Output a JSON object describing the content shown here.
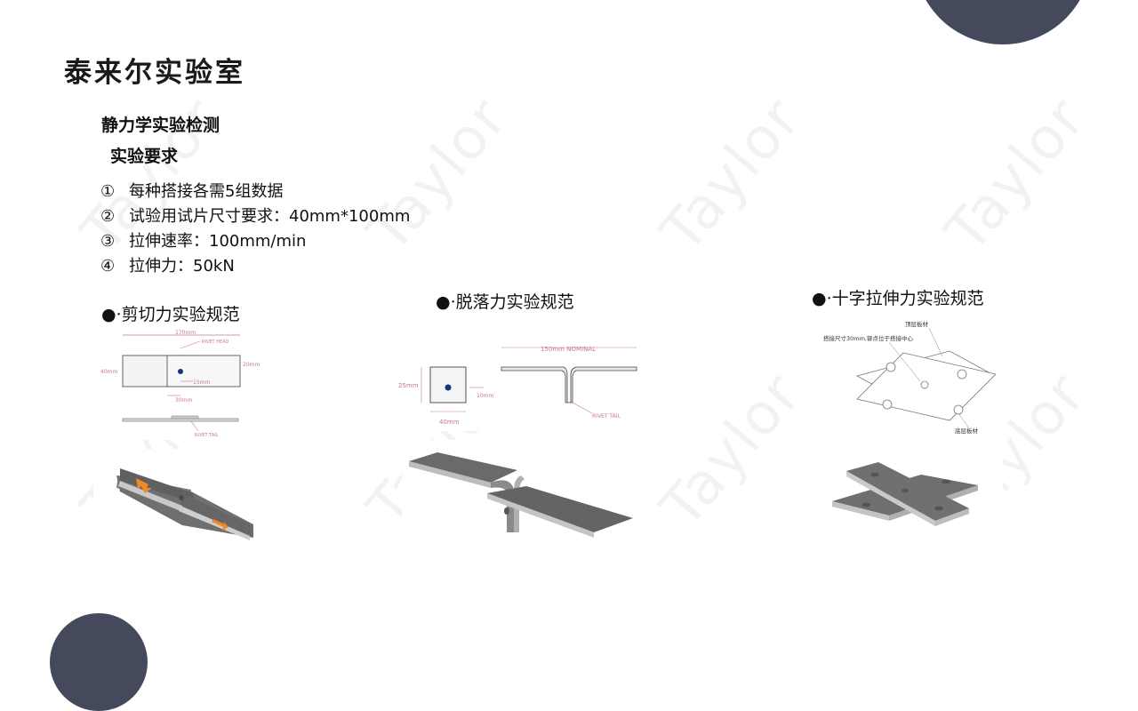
{
  "watermark": "Taylor",
  "title": "泰来尔实验室",
  "section_title": "静力学实验检测",
  "subsection_title": "实验要求",
  "requirements": [
    {
      "num": "①",
      "text": "每种搭接各需5组数据"
    },
    {
      "num": "②",
      "text": "试验用试片尺寸要求：40mm*100mm"
    },
    {
      "num": "③",
      "text": "拉伸速率：100mm/min"
    },
    {
      "num": "④",
      "text": "拉伸力：50kN"
    }
  ],
  "tests": [
    {
      "caption": "●·剪切力实验规范",
      "drawing": {
        "top_dim": "170mm",
        "left_dim": "40mm",
        "right_dim": "20mm",
        "d1": "15mm",
        "d2": "30mm",
        "label1": "RIVET HEAD",
        "label2": "RIVET TAIL"
      }
    },
    {
      "caption": "●·脱落力实验规范",
      "drawing": {
        "top_dim": "150mm  NOMINAL",
        "left_dim": "25mm",
        "right_dim": "10mm",
        "bottom_dim": "40mm",
        "label": "RIVET TAIL"
      }
    },
    {
      "caption": "●·十字拉伸力实验规范",
      "drawing": {
        "top_label": "顶层板材",
        "note": "搭接尺寸30mm,铆点位于搭接中心",
        "bottom_label": "底层板材"
      }
    }
  ]
}
